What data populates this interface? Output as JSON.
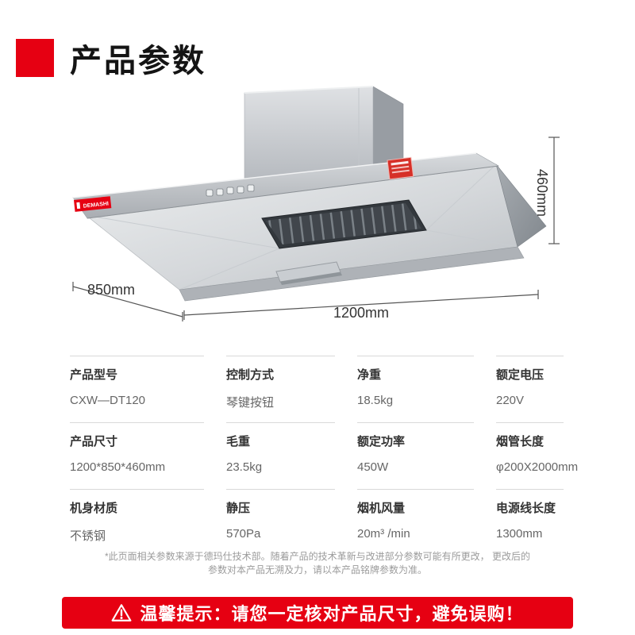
{
  "header": {
    "title": "产品参数"
  },
  "diagram": {
    "dim_height": "460mm",
    "dim_depth": "850mm",
    "dim_width": "1200mm",
    "brand": "DEMASHI"
  },
  "spec_table": {
    "cells": [
      {
        "label": "产品型号",
        "value": "CXW—DT120"
      },
      {
        "label": "控制方式",
        "value": "琴键按钮"
      },
      {
        "label": "净重",
        "value": "18.5kg"
      },
      {
        "label": "额定电压",
        "value": "220V"
      },
      {
        "label": "产品尺寸",
        "value": "1200*850*460mm"
      },
      {
        "label": "毛重",
        "value": "23.5kg"
      },
      {
        "label": "额定功率",
        "value": "450W"
      },
      {
        "label": "烟管长度",
        "value": "φ200X2000mm"
      },
      {
        "label": "机身材质",
        "value": "不锈钢"
      },
      {
        "label": "静压",
        "value": "570Pa"
      },
      {
        "label": "烟机风量",
        "value": "20m³ /min"
      },
      {
        "label": "电源线长度",
        "value": "1300mm"
      }
    ]
  },
  "footnote": {
    "line1": "*此页面相关参数来源于德玛仕技术部。随着产品的技术革新与改进部分参数可能有所更改， 更改后的",
    "line2": "参数对本产品无溯及力，请以本产品铭牌参数为准。"
  },
  "notice": {
    "text": "温馨提示：请您一定核对产品尺寸，避免误购！"
  },
  "colors": {
    "accent_red": "#e60012"
  }
}
